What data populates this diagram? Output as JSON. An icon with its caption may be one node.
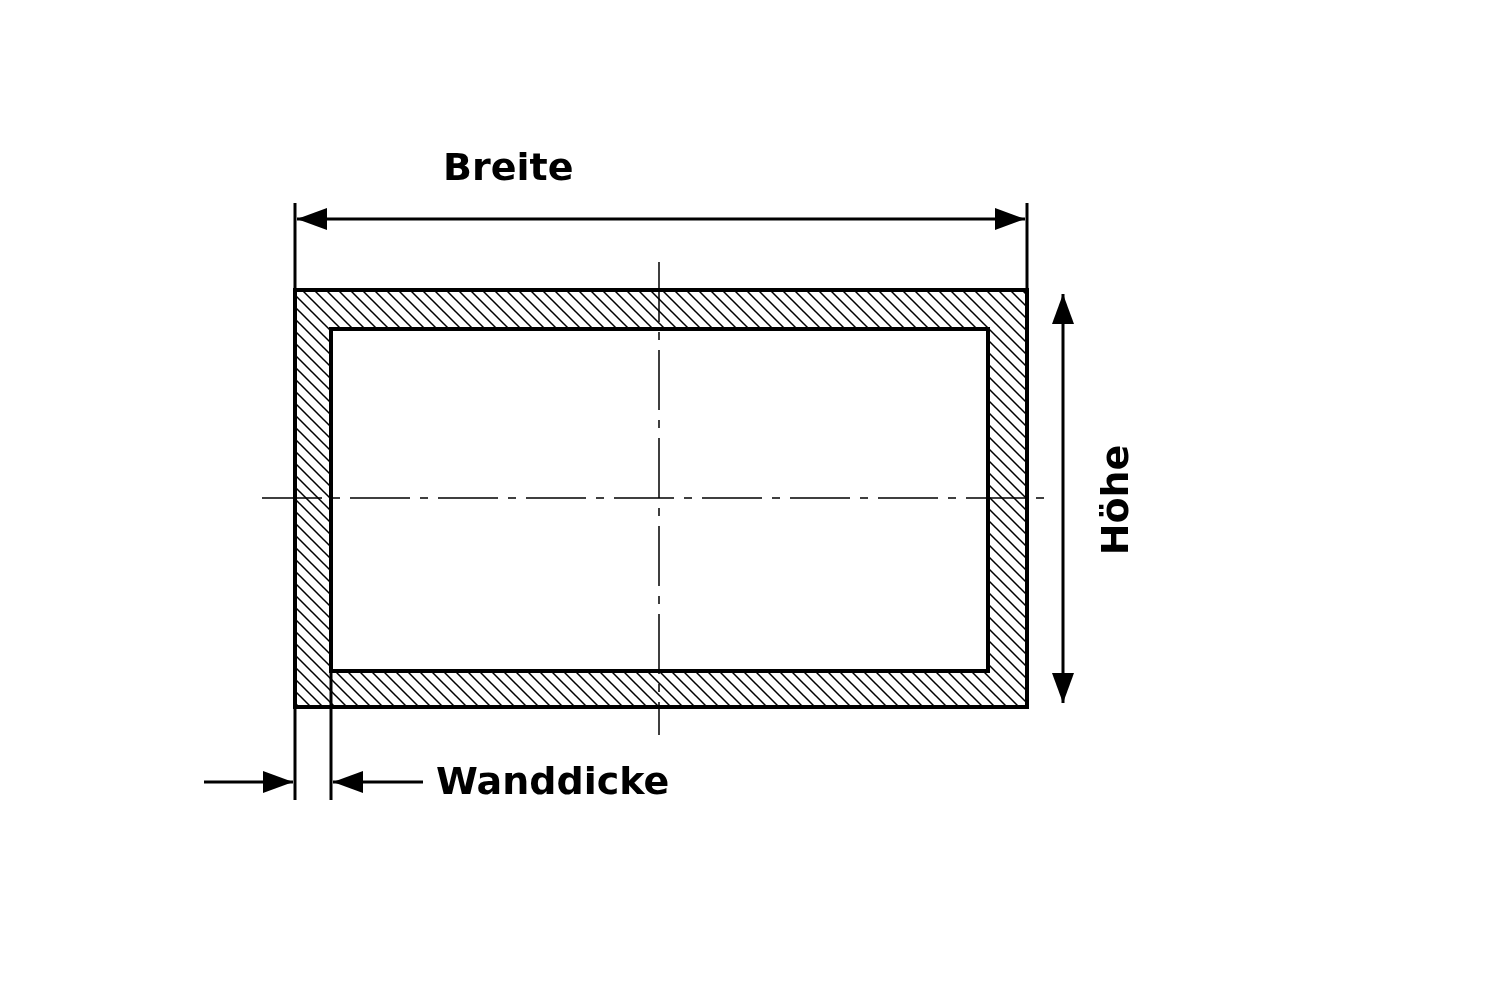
{
  "diagram": {
    "labels": [
      "Breite",
      "Höhe",
      "Wanddicke"
    ]
  }
}
